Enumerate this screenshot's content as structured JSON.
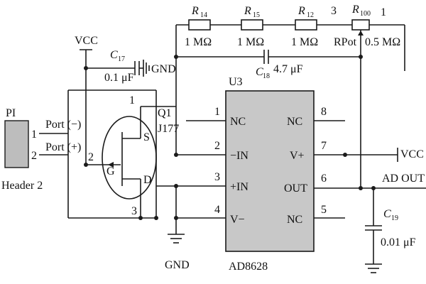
{
  "resistors": [
    {
      "ref_main": "R",
      "ref_sub": "14",
      "value": "1 MΩ"
    },
    {
      "ref_main": "R",
      "ref_sub": "15",
      "value": "1 MΩ"
    },
    {
      "ref_main": "R",
      "ref_sub": "12",
      "value": "1 MΩ"
    },
    {
      "ref_main": "R",
      "ref_sub": "100",
      "value": "0.5 MΩ",
      "name": "RPot",
      "pin_left": "3",
      "pin_right": "1"
    }
  ],
  "capacitors": [
    {
      "ref_main": "C",
      "ref_sub": "17",
      "value": "0.1 μF"
    },
    {
      "ref_main": "C",
      "ref_sub": "18",
      "value": "4.7 μF"
    },
    {
      "ref_main": "C",
      "ref_sub": "19",
      "value": "0.01 μF"
    }
  ],
  "power": {
    "vcc_top": "VCC",
    "vcc_right": "VCC",
    "gnd_top": "GND",
    "gnd_bottom": "GND"
  },
  "header": {
    "ref": "PI",
    "name": "Header 2",
    "pin1": "1",
    "pin2": "2",
    "port_minus": "Port (−)",
    "port_plus": "Port (+)"
  },
  "transistor": {
    "ref": "Q1",
    "part": "J177",
    "pin_s": "S",
    "pin_g": "G",
    "pin_d": "D",
    "pin1": "1",
    "pin2": "2",
    "pin3": "3"
  },
  "opamp": {
    "ref": "U3",
    "part": "AD8628",
    "left_pins": [
      {
        "num": "1",
        "name": "NC"
      },
      {
        "num": "2",
        "name": "−IN"
      },
      {
        "num": "3",
        "name": "+IN"
      },
      {
        "num": "4",
        "name": "V−"
      }
    ],
    "right_pins": [
      {
        "num": "8",
        "name": "NC"
      },
      {
        "num": "7",
        "name": "V+"
      },
      {
        "num": "6",
        "name": "OUT"
      },
      {
        "num": "5",
        "name": "NC"
      }
    ]
  },
  "output_label": "AD OUT"
}
